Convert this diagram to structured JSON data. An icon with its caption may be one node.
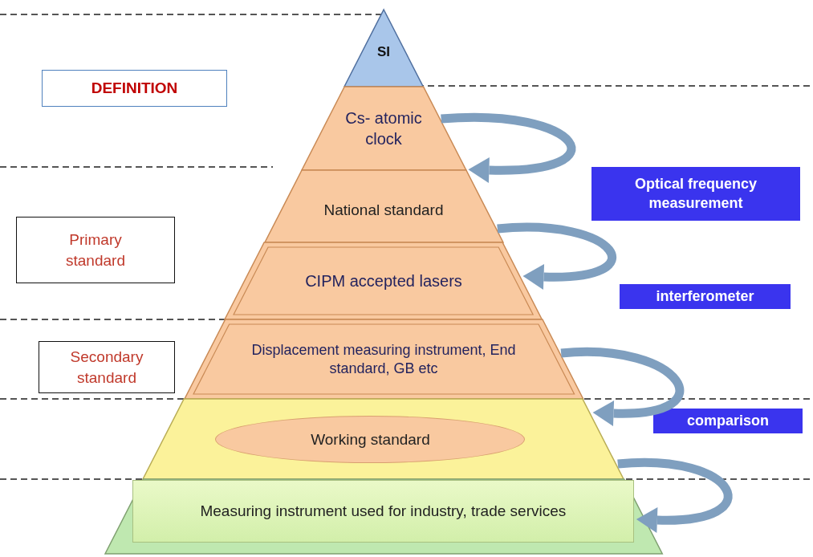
{
  "diagram": {
    "nodes": [
      {
        "text": [
          "SI"
        ]
      },
      {
        "text": [
          "Cs- atomic clock"
        ]
      },
      {
        "text": [
          "National standard"
        ]
      },
      {
        "text": [
          "CIPM accepted lasers"
        ]
      },
      {
        "text": [
          "Displacement measuring instrument, End standard, GB etc"
        ]
      },
      {
        "text": [],
        "shape": "trapezoid"
      },
      {
        "text": [
          "Working standard"
        ],
        "in": 5
      },
      {
        "text": [],
        "shape": "trapezoid"
      },
      {
        "text": [
          "Measuring instrument used for industry, trade services"
        ],
        "in": 7
      },
      {
        "text": [
          "DEFINITION"
        ]
      },
      {
        "text": [
          "Primary standard"
        ]
      },
      {
        "text": [
          "Secondary standard"
        ]
      },
      {
        "text": [
          "Optical frequency measurement"
        ]
      },
      {
        "text": [
          "interferometer"
        ]
      },
      {
        "text": [
          "comparison"
        ]
      }
    ],
    "edges": [
      {
        "from": 1,
        "to": 2,
        "arrow": "to"
      },
      {
        "from": 2,
        "to": 3,
        "arrow": "to"
      },
      {
        "from": 4,
        "to": 5,
        "arrow": "to"
      },
      {
        "from": 5,
        "to": 8,
        "arrow": "to"
      }
    ]
  }
}
